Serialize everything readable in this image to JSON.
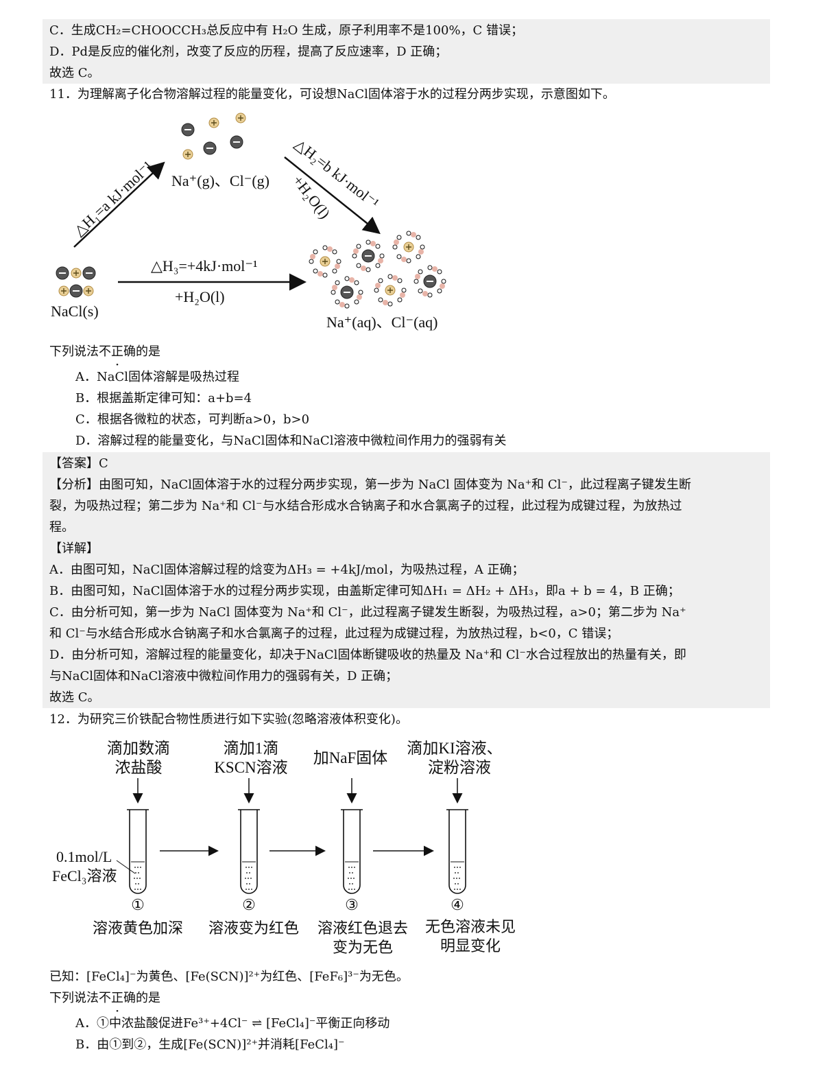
{
  "top_block": {
    "line_c": "C．生成CH₂=CHOOCCH₃总反应中有 H₂O 生成，原子利用率不是100%，C 错误；",
    "line_d": "D．Pd是反应的催化剂，改变了反应的历程，提高了反应速率，D 正确；",
    "line_end": "故选 C。"
  },
  "q11": {
    "stem": "11．为理解离子化合物溶解过程的能量变化，可设想NaCl固体溶于水的过程分两步实现，示意图如下。",
    "diagram": {
      "gas_label": "Na⁺(g)、Cl⁻(g)",
      "solid_label": "NaCl(s)",
      "aq_label": "Na⁺(aq)、Cl⁻(aq)",
      "dh1": "△H₁=a kJ·mol⁻¹",
      "dh2": "△H₂=b kJ·mol⁻¹",
      "dh2_water": "+H₂O(l)",
      "dh3": "△H₃=+4kJ·mol⁻¹",
      "dh3_water": "+H₂O(l)"
    },
    "ask_prefix": "下列说法",
    "ask_em": "不正确",
    "ask_suffix": "的是",
    "options": [
      "A．NaCl固体溶解是吸热过程",
      "B．根据盖斯定律可知：a+b=4",
      "C．根据各微粒的状态，可判断a>0，b>0",
      "D．溶解过程的能量变化，与NaCl固体和NaCl溶液中微粒间作用力的强弱有关"
    ],
    "answer": "【答案】C",
    "analysis_1": "【分析】由图可知，NaCl固体溶于水的过程分两步实现，第一步为 NaCl 固体变为 Na⁺和 Cl⁻，此过程离子键发生断",
    "analysis_2": "裂，为吸热过程；第二步为 Na⁺和 Cl⁻与水结合形成水合钠离子和水合氯离子的过程，此过程为成键过程，为放热过",
    "analysis_3": "程。",
    "detail_title": "【详解】",
    "detail_a": "A．由图可知，NaCl固体溶解过程的焓变为ΔH₃ = +4kJ/mol，为吸热过程，A 正确；",
    "detail_b": "B．由图可知，NaCl固体溶于水的过程分两步实现，由盖斯定律可知ΔH₁ = ΔH₂ + ΔH₃，即a + b = 4，B 正确；",
    "detail_c1": "C．由分析可知，第一步为 NaCl 固体变为 Na⁺和 Cl⁻，此过程离子键发生断裂，为吸热过程，a>0；第二步为 Na⁺",
    "detail_c2": "和 Cl⁻与水结合形成水合钠离子和水合氯离子的过程，此过程为成键过程，为放热过程，b<0，C 错误；",
    "detail_d1": "D．由分析可知，溶解过程的能量变化，却决于NaCl固体断键吸收的热量及 Na⁺和 Cl⁻水合过程放出的热量有关，即",
    "detail_d2": "与NaCl固体和NaCl溶液中微粒间作用力的强弱有关，D 正确；",
    "end": "故选 C。"
  },
  "q12": {
    "stem": "12．为研究三价铁配合物性质进行如下实验(忽略溶液体积变化)。",
    "reagents": [
      [
        "滴加数滴",
        "浓盐酸"
      ],
      [
        "滴加1滴",
        "KSCN溶液"
      ],
      [
        "加NaF固体"
      ],
      [
        "滴加KI溶液、",
        "淀粉溶液"
      ]
    ],
    "solution_label": [
      "0.1mol/L",
      "FeCl₃溶液"
    ],
    "tube_numbers": [
      "①",
      "②",
      "③",
      "④"
    ],
    "observations": [
      [
        "溶液黄色加深"
      ],
      [
        "溶液变为红色"
      ],
      [
        "溶液红色退去",
        "变为无色"
      ],
      [
        "无色溶液未见",
        "明显变化"
      ]
    ],
    "known": "已知：[FeCl₄]⁻为黄色、[Fe(SCN)]²⁺为红色、[FeF₆]³⁻为无色。",
    "ask_prefix": "下列说法",
    "ask_em": "不正确",
    "ask_suffix": "的是",
    "options": [
      "A．①中浓盐酸促进Fe³⁺+4Cl⁻ ⇌ [FeCl₄]⁻平衡正向移动",
      "B．由①到②，生成[Fe(SCN)]²⁺并消耗[FeCl₄]⁻"
    ]
  }
}
